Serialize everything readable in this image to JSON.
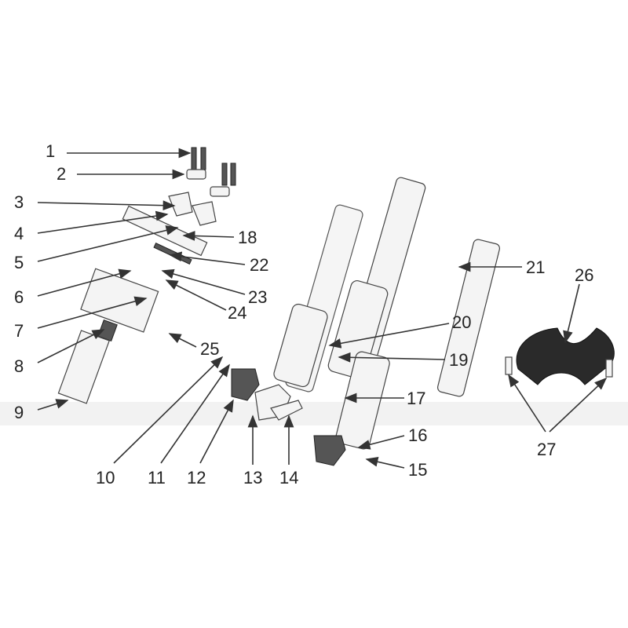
{
  "diagram": {
    "title": "Front fork exploded parts diagram",
    "callouts": [
      {
        "id": "1",
        "text": "1"
      },
      {
        "id": "2",
        "text": "2"
      },
      {
        "id": "3",
        "text": "3"
      },
      {
        "id": "4",
        "text": "4"
      },
      {
        "id": "5",
        "text": "5"
      },
      {
        "id": "6",
        "text": "6"
      },
      {
        "id": "7",
        "text": "7"
      },
      {
        "id": "8",
        "text": "8"
      },
      {
        "id": "9",
        "text": "9"
      },
      {
        "id": "10",
        "text": "10"
      },
      {
        "id": "11",
        "text": "11"
      },
      {
        "id": "12",
        "text": "12"
      },
      {
        "id": "13",
        "text": "13"
      },
      {
        "id": "14",
        "text": "14"
      },
      {
        "id": "15",
        "text": "15"
      },
      {
        "id": "16",
        "text": "16"
      },
      {
        "id": "17",
        "text": "17"
      },
      {
        "id": "18",
        "text": "18"
      },
      {
        "id": "19",
        "text": "19"
      },
      {
        "id": "20",
        "text": "20"
      },
      {
        "id": "21",
        "text": "21"
      },
      {
        "id": "22",
        "text": "22"
      },
      {
        "id": "23",
        "text": "23"
      },
      {
        "id": "24",
        "text": "24"
      },
      {
        "id": "25",
        "text": "25"
      },
      {
        "id": "26",
        "text": "26"
      },
      {
        "id": "27",
        "text": "27"
      }
    ]
  }
}
